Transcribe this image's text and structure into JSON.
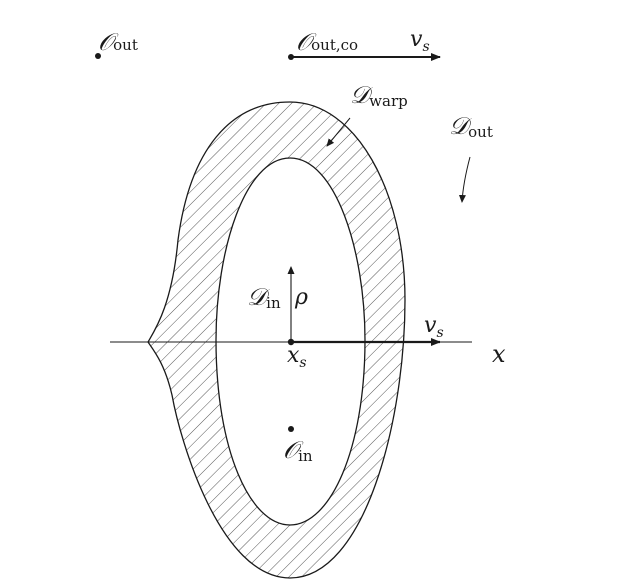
{
  "labels": {
    "o_out": {
      "main": "𝒪",
      "sub": "out"
    },
    "o_out_co": {
      "main": "𝒪",
      "sub": "out,co"
    },
    "v_s_top": {
      "main": "v",
      "sub": "s"
    },
    "d_warp": {
      "main": "𝒟",
      "sub": "warp"
    },
    "d_out": {
      "main": "𝒟",
      "sub": "out"
    },
    "d_in": {
      "main": "𝒟",
      "sub": "in"
    },
    "rho": "ρ",
    "v_s_axis": {
      "main": "v",
      "sub": "s"
    },
    "x_axis": "x",
    "x_s": {
      "main": "x",
      "sub": "s"
    },
    "o_in": {
      "main": "𝒪",
      "sub": "in"
    }
  }
}
